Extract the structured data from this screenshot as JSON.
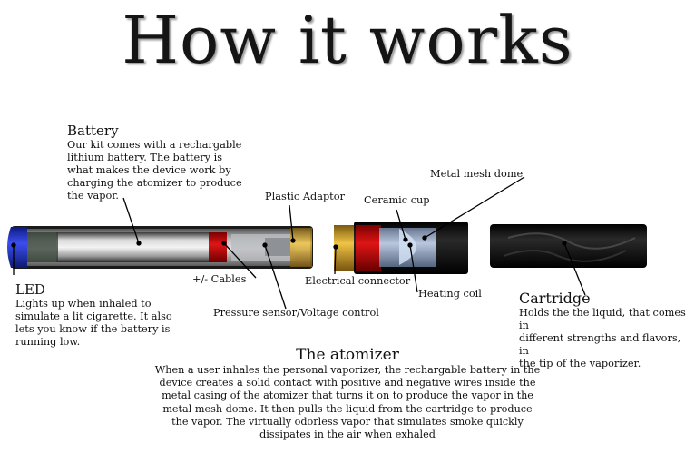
{
  "title": "How it works",
  "battery": {
    "heading": "Battery",
    "lines": [
      "Our kit comes with a rechargable",
      "lithium  battery. The battery is",
      "what makes the device work by",
      "charging the atomizer to produce",
      "the vapor."
    ]
  },
  "led": {
    "heading": "LED",
    "lines": [
      "Lights up when inhaled to",
      "simulate a lit cigarette. It also",
      "lets you know if the battery is",
      "running low."
    ]
  },
  "cartridge": {
    "heading": "Cartridge",
    "lines": [
      "Holds the the liquid, that comes in",
      "different strengths and flavors, in",
      "the tip of the vaporizer."
    ]
  },
  "labels": {
    "plastic_adaptor": "Plastic Adaptor",
    "ceramic_cup": "Ceramic cup",
    "metal_mesh_dome": "Metal mesh dome",
    "cables": "+/- Cables",
    "electrical_connector": "Electrical connector",
    "heating_coil": "Heating coil",
    "pressure_sensor": "Pressure sensor/Voltage control"
  },
  "atomizer": {
    "heading": "The atomizer",
    "lines": [
      "When a user inhales the personal vaporizer, the rechargable battery in the",
      "device creates a solid contact with positive and negative wires inside the",
      "metal casing of the atomizer that turns it on to produce the vapor in the",
      "metal mesh dome. It then pulls the liquid from the cartridge to produce",
      "the vapor. The virtually odorless vapor that simulates smoke quickly",
      "dissipates in the air when exhaled"
    ]
  },
  "colors": {
    "led_blue": "#2b3bd6",
    "battery_red": "#d41010",
    "adaptor_gold": "#d9a82a",
    "atomizer_black": "#0c0c0c"
  }
}
